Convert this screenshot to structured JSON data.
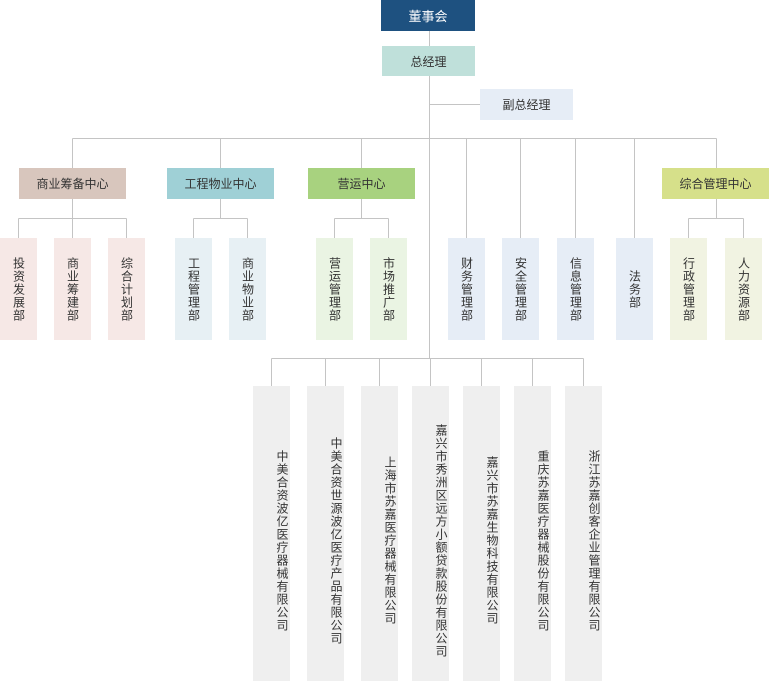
{
  "colors": {
    "line": "#c4c4c4",
    "board": "#1e5180",
    "gm": "#bfe0da",
    "deputy": "#e6edf6",
    "commerce": "#d8c6bd",
    "engineering": "#9fd0d6",
    "operations": "#a8d27f",
    "admin_center": "#d6e08a",
    "dept_commerce": "#f6e8e6",
    "dept_engineering": "#e7f0f4",
    "dept_operations": "#eaf4e3",
    "dept_general": "#e6edf6",
    "dept_admin": "#f1f3e2",
    "company": "#efefef"
  },
  "org": {
    "board": "董事会",
    "gm": "总经理",
    "deputy": "副总经理",
    "centers": [
      {
        "key": "commerce",
        "label": "商业筹备中心",
        "depts": [
          "投资发展部",
          "商业筹建部",
          "综合计划部"
        ]
      },
      {
        "key": "engineering",
        "label": "工程物业中心",
        "depts": [
          "工程管理部",
          "商业物业部"
        ]
      },
      {
        "key": "operations",
        "label": "营运中心",
        "depts": [
          "营运管理部",
          "市场推广部"
        ]
      },
      {
        "key": "admin",
        "label": "综合管理中心",
        "depts": [
          "行政管理部",
          "人力资源部"
        ]
      }
    ],
    "departments": [
      "财务管理部",
      "安全管理部",
      "信息管理部",
      "法务部"
    ],
    "companies": [
      "中美合资波亿医疗器械有限公司",
      "中美合资世源波亿医疗产品有限公司",
      "上海市苏嘉医疗器械有限公司",
      "嘉兴市秀洲区远方小额贷款股份有限公司",
      "嘉兴市苏嘉生物科技有限公司",
      "重庆苏嘉医疗器械股份有限公司",
      "浙江苏嘉创客企业管理有限公司"
    ]
  }
}
